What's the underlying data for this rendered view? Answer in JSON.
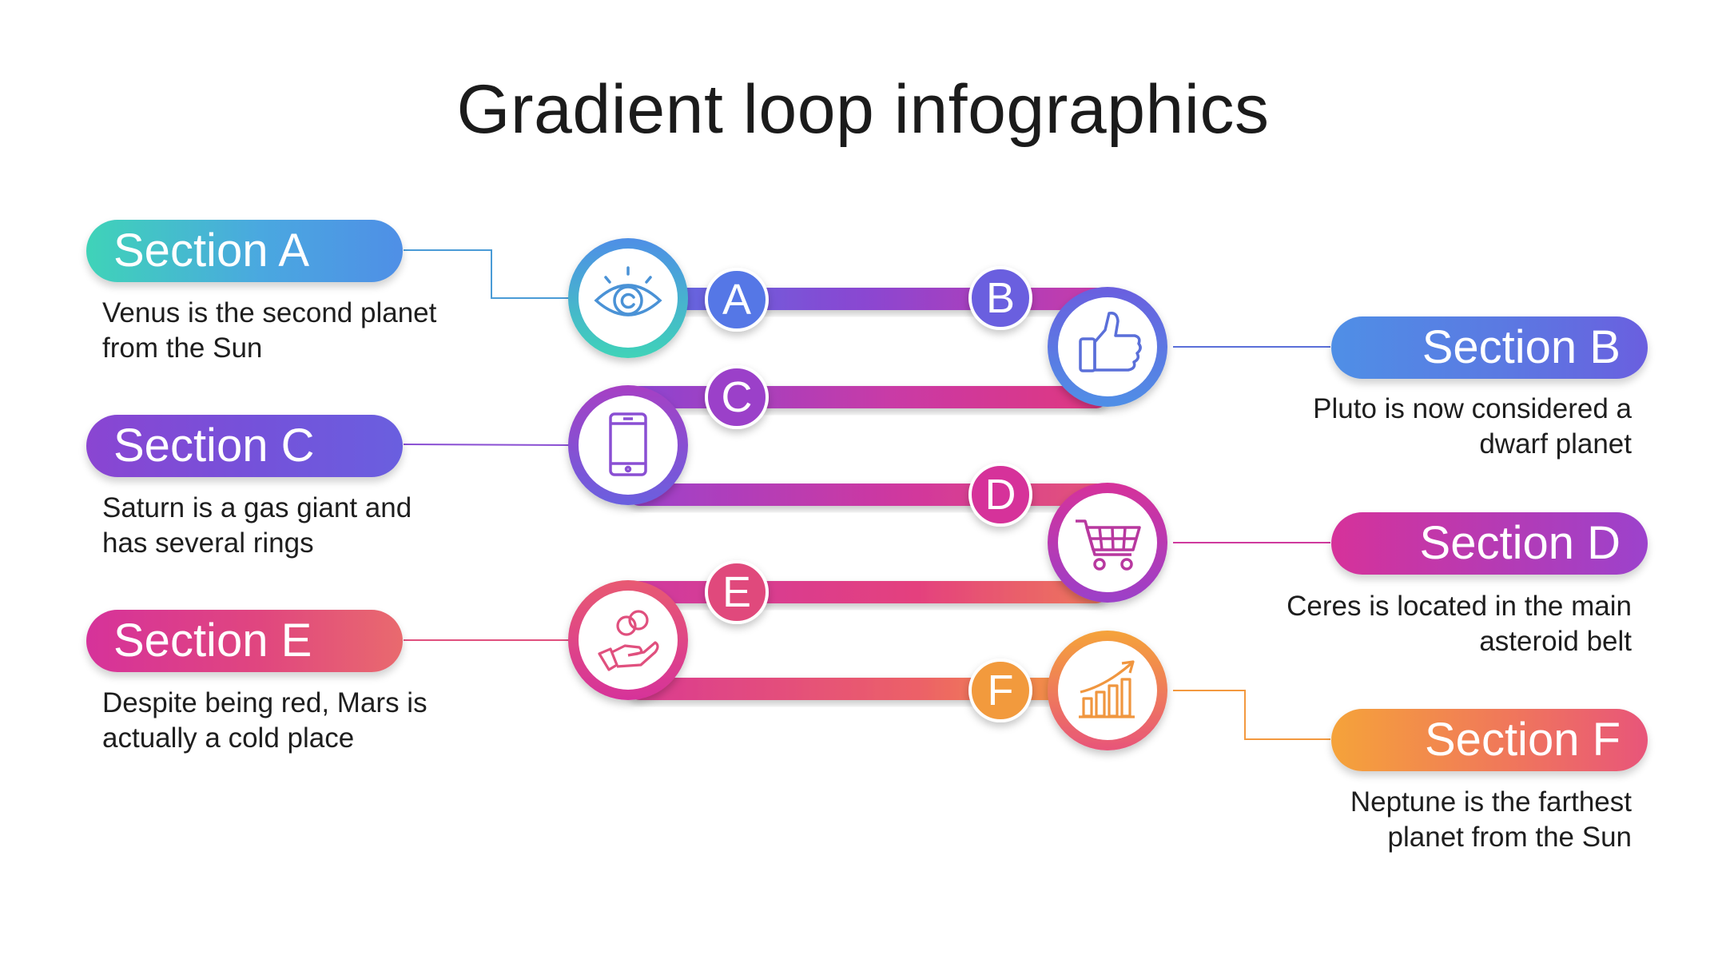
{
  "title": "Gradient loop infographics",
  "colors": {
    "teal": "#3fd3b8",
    "blue": "#4f8fe6",
    "violet": "#7b4fd9",
    "purple": "#a640c4",
    "magenta": "#d6329a",
    "pink": "#e84a7f",
    "orange": "#f5a33a"
  },
  "sections": [
    {
      "id": "a",
      "letter": "A",
      "label": "Section A",
      "description_line1": "Venus is the second planet",
      "description_line2": "from the Sun",
      "icon": "eye-icon"
    },
    {
      "id": "b",
      "letter": "B",
      "label": "Section B",
      "description_line1": "Pluto is now considered a",
      "description_line2": "dwarf planet",
      "icon": "thumbs-up-icon"
    },
    {
      "id": "c",
      "letter": "C",
      "label": "Section C",
      "description_line1": "Saturn is a gas giant and",
      "description_line2": "has several rings",
      "icon": "smartphone-icon"
    },
    {
      "id": "d",
      "letter": "D",
      "label": "Section D",
      "description_line1": "Ceres is located in the main",
      "description_line2": "asteroid belt",
      "icon": "shopping-cart-icon"
    },
    {
      "id": "e",
      "letter": "E",
      "label": "Section E",
      "description_line1": "Despite being red, Mars is",
      "description_line2": "actually a cold place",
      "icon": "hand-coins-icon"
    },
    {
      "id": "f",
      "letter": "F",
      "label": "Section F",
      "description_line1": "Neptune is the farthest",
      "description_line2": "planet from the Sun",
      "icon": "growth-chart-icon"
    }
  ]
}
